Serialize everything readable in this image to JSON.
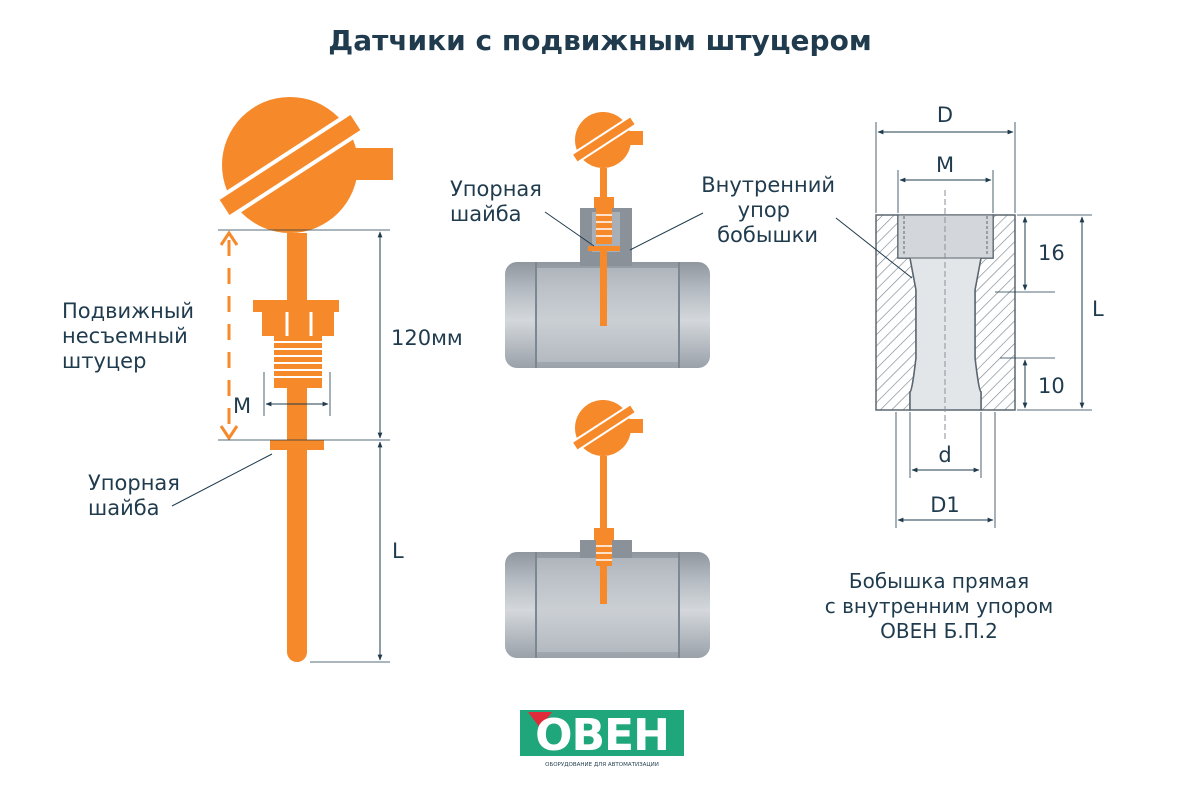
{
  "title": "Датчики с подвижным штуцером",
  "sensor_left": {
    "fitting_label": [
      "Подвижный",
      "несъемный",
      "штуцер"
    ],
    "dim_120": "120мм",
    "dim_m": "M",
    "dim_l": "L",
    "washer_label": [
      "Упорная",
      "шайба"
    ]
  },
  "pipe_assembly": {
    "washer_label": [
      "Упорная",
      "шайба"
    ],
    "stop_label": [
      "Внутренний",
      "упор",
      "бобышки"
    ]
  },
  "boss": {
    "dim_D": "D",
    "dim_M": "M",
    "dim_16": "16",
    "dim_L": "L",
    "dim_10": "10",
    "dim_d": "d",
    "dim_D1": "D1",
    "caption": [
      "Бобышка прямая",
      "с внутренним упором",
      "ОВЕН Б.П.2"
    ]
  },
  "logo": {
    "brand": "ОВЕН",
    "tagline": "ОБОРУДОВАНИЕ ДЛЯ АВТОМАТИЗАЦИИ"
  },
  "colors": {
    "orange": "#f6892a",
    "text": "#1f3b4d",
    "pipe": "#a8aeb6",
    "brand_green": "#1fa67a",
    "brand_red": "#e02b3a"
  }
}
